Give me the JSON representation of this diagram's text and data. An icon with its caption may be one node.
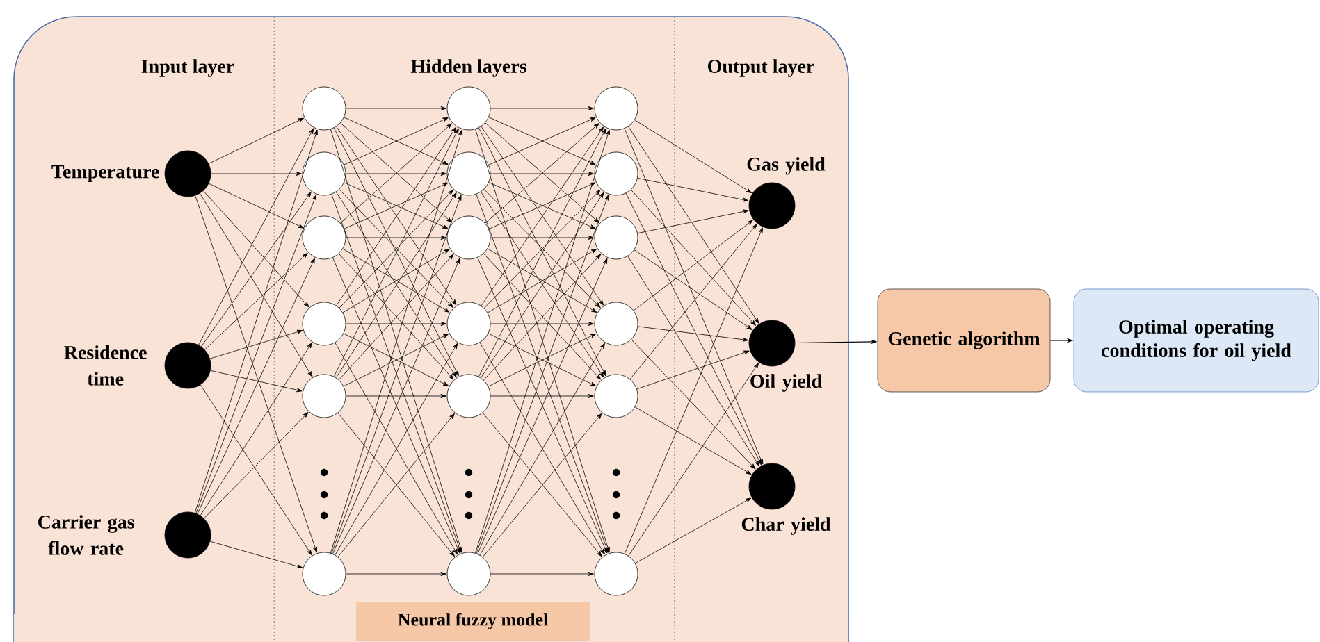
{
  "diagram": {
    "nodes": [
      {
        "text": [
          "Neural fuzzy model"
        ]
      },
      {
        "text": [],
        "shape": "circle",
        "beside": [
          "Temperature"
        ],
        "in": 0
      },
      {
        "text": [],
        "shape": "circle",
        "beside": [
          "Residence time"
        ],
        "in": 0
      },
      {
        "text": [],
        "shape": "circle",
        "beside": [
          "Carrier gas flow rate"
        ],
        "in": 0
      },
      {
        "text": [],
        "shape": "circle",
        "in": 0
      },
      {
        "text": [],
        "shape": "circle",
        "in": 0
      },
      {
        "text": [],
        "shape": "circle",
        "in": 0
      },
      {
        "text": [],
        "shape": "circle",
        "in": 0
      },
      {
        "text": [],
        "shape": "circle",
        "in": 0
      },
      {
        "text": [],
        "shape": "circle",
        "in": 0
      },
      {
        "text": [],
        "shape": "circle",
        "in": 0
      },
      {
        "text": [],
        "shape": "circle",
        "in": 0
      },
      {
        "text": [],
        "shape": "circle",
        "in": 0
      },
      {
        "text": [],
        "shape": "circle",
        "in": 0
      },
      {
        "text": [],
        "shape": "circle",
        "in": 0
      },
      {
        "text": [],
        "shape": "circle",
        "in": 0
      },
      {
        "text": [],
        "shape": "circle",
        "in": 0
      },
      {
        "text": [],
        "shape": "circle",
        "in": 0
      },
      {
        "text": [],
        "shape": "circle",
        "in": 0
      },
      {
        "text": [],
        "shape": "circle",
        "in": 0
      },
      {
        "text": [],
        "shape": "circle",
        "in": 0
      },
      {
        "text": [],
        "shape": "circle",
        "in": 0
      },
      {
        "text": [],
        "shape": "circle",
        "beside": [
          "Gas yield"
        ],
        "in": 0
      },
      {
        "text": [],
        "shape": "circle",
        "beside": [
          "Oil yield"
        ],
        "in": 0
      },
      {
        "text": [],
        "shape": "circle",
        "beside": [
          "Char yield"
        ],
        "in": 0
      },
      {
        "text": [
          "Genetic algorithm"
        ]
      },
      {
        "text": [
          "Optimal operating conditions for oil yield"
        ]
      }
    ],
    "edges": [
      {
        "from": 1,
        "to": 4,
        "arrow": "to"
      },
      {
        "from": 1,
        "to": 5,
        "arrow": "to"
      },
      {
        "from": 1,
        "to": 6,
        "arrow": "to"
      },
      {
        "from": 1,
        "to": 7,
        "arrow": "to"
      },
      {
        "from": 1,
        "to": 8,
        "arrow": "to"
      },
      {
        "from": 1,
        "to": 9,
        "arrow": "to"
      },
      {
        "from": 2,
        "to": 4,
        "arrow": "to"
      },
      {
        "from": 2,
        "to": 5,
        "arrow": "to"
      },
      {
        "from": 2,
        "to": 6,
        "arrow": "to"
      },
      {
        "from": 2,
        "to": 7,
        "arrow": "to"
      },
      {
        "from": 2,
        "to": 8,
        "arrow": "to"
      },
      {
        "from": 2,
        "to": 9,
        "arrow": "to"
      },
      {
        "from": 3,
        "to": 4,
        "arrow": "to"
      },
      {
        "from": 3,
        "to": 5,
        "arrow": "to"
      },
      {
        "from": 3,
        "to": 6,
        "arrow": "to"
      },
      {
        "from": 3,
        "to": 7,
        "arrow": "to"
      },
      {
        "from": 3,
        "to": 8,
        "arrow": "to"
      },
      {
        "from": 3,
        "to": 9,
        "arrow": "to"
      },
      {
        "from": 4,
        "to": 10,
        "arrow": "to"
      },
      {
        "from": 4,
        "to": 11,
        "arrow": "to"
      },
      {
        "from": 4,
        "to": 12,
        "arrow": "to"
      },
      {
        "from": 4,
        "to": 13,
        "arrow": "to"
      },
      {
        "from": 4,
        "to": 14,
        "arrow": "to"
      },
      {
        "from": 4,
        "to": 15,
        "arrow": "to"
      },
      {
        "from": 5,
        "to": 10,
        "arrow": "to"
      },
      {
        "from": 5,
        "to": 11,
        "arrow": "to"
      },
      {
        "from": 5,
        "to": 12,
        "arrow": "to"
      },
      {
        "from": 5,
        "to": 13,
        "arrow": "to"
      },
      {
        "from": 5,
        "to": 14,
        "arrow": "to"
      },
      {
        "from": 5,
        "to": 15,
        "arrow": "to"
      },
      {
        "from": 6,
        "to": 10,
        "arrow": "to"
      },
      {
        "from": 6,
        "to": 11,
        "arrow": "to"
      },
      {
        "from": 6,
        "to": 12,
        "arrow": "to"
      },
      {
        "from": 6,
        "to": 13,
        "arrow": "to"
      },
      {
        "from": 6,
        "to": 14,
        "arrow": "to"
      },
      {
        "from": 6,
        "to": 15,
        "arrow": "to"
      },
      {
        "from": 7,
        "to": 10,
        "arrow": "to"
      },
      {
        "from": 7,
        "to": 11,
        "arrow": "to"
      },
      {
        "from": 7,
        "to": 12,
        "arrow": "to"
      },
      {
        "from": 7,
        "to": 13,
        "arrow": "to"
      },
      {
        "from": 7,
        "to": 14,
        "arrow": "to"
      },
      {
        "from": 7,
        "to": 15,
        "arrow": "to"
      },
      {
        "from": 8,
        "to": 10,
        "arrow": "to"
      },
      {
        "from": 8,
        "to": 11,
        "arrow": "to"
      },
      {
        "from": 8,
        "to": 12,
        "arrow": "to"
      },
      {
        "from": 8,
        "to": 13,
        "arrow": "to"
      },
      {
        "from": 8,
        "to": 14,
        "arrow": "to"
      },
      {
        "from": 8,
        "to": 15,
        "arrow": "to"
      },
      {
        "from": 9,
        "to": 10,
        "arrow": "to"
      },
      {
        "from": 9,
        "to": 11,
        "arrow": "to"
      },
      {
        "from": 9,
        "to": 12,
        "arrow": "to"
      },
      {
        "from": 9,
        "to": 13,
        "arrow": "to"
      },
      {
        "from": 9,
        "to": 14,
        "arrow": "to"
      },
      {
        "from": 9,
        "to": 15,
        "arrow": "to"
      },
      {
        "from": 10,
        "to": 16,
        "arrow": "to"
      },
      {
        "from": 10,
        "to": 17,
        "arrow": "to"
      },
      {
        "from": 10,
        "to": 18,
        "arrow": "to"
      },
      {
        "from": 10,
        "to": 19,
        "arrow": "to"
      },
      {
        "from": 10,
        "to": 20,
        "arrow": "to"
      },
      {
        "from": 10,
        "to": 21,
        "arrow": "to"
      },
      {
        "from": 11,
        "to": 16,
        "arrow": "to"
      },
      {
        "from": 11,
        "to": 17,
        "arrow": "to"
      },
      {
        "from": 11,
        "to": 18,
        "arrow": "to"
      },
      {
        "from": 11,
        "to": 19,
        "arrow": "to"
      },
      {
        "from": 11,
        "to": 20,
        "arrow": "to"
      },
      {
        "from": 11,
        "to": 21,
        "arrow": "to"
      },
      {
        "from": 12,
        "to": 16,
        "arrow": "to"
      },
      {
        "from": 12,
        "to": 17,
        "arrow": "to"
      },
      {
        "from": 12,
        "to": 18,
        "arrow": "to"
      },
      {
        "from": 12,
        "to": 19,
        "arrow": "to"
      },
      {
        "from": 12,
        "to": 20,
        "arrow": "to"
      },
      {
        "from": 12,
        "to": 21,
        "arrow": "to"
      },
      {
        "from": 13,
        "to": 16,
        "arrow": "to"
      },
      {
        "from": 13,
        "to": 17,
        "arrow": "to"
      },
      {
        "from": 13,
        "to": 18,
        "arrow": "to"
      },
      {
        "from": 13,
        "to": 19,
        "arrow": "to"
      },
      {
        "from": 13,
        "to": 20,
        "arrow": "to"
      },
      {
        "from": 13,
        "to": 21,
        "arrow": "to"
      },
      {
        "from": 14,
        "to": 16,
        "arrow": "to"
      },
      {
        "from": 14,
        "to": 17,
        "arrow": "to"
      },
      {
        "from": 14,
        "to": 18,
        "arrow": "to"
      },
      {
        "from": 14,
        "to": 19,
        "arrow": "to"
      },
      {
        "from": 14,
        "to": 20,
        "arrow": "to"
      },
      {
        "from": 14,
        "to": 21,
        "arrow": "to"
      },
      {
        "from": 15,
        "to": 16,
        "arrow": "to"
      },
      {
        "from": 15,
        "to": 17,
        "arrow": "to"
      },
      {
        "from": 15,
        "to": 18,
        "arrow": "to"
      },
      {
        "from": 15,
        "to": 19,
        "arrow": "to"
      },
      {
        "from": 15,
        "to": 20,
        "arrow": "to"
      },
      {
        "from": 15,
        "to": 21,
        "arrow": "to"
      },
      {
        "from": 16,
        "to": 22,
        "arrow": "to"
      },
      {
        "from": 16,
        "to": 23,
        "arrow": "to"
      },
      {
        "from": 16,
        "to": 24,
        "arrow": "to"
      },
      {
        "from": 17,
        "to": 22,
        "arrow": "to"
      },
      {
        "from": 17,
        "to": 23,
        "arrow": "to"
      },
      {
        "from": 17,
        "to": 24,
        "arrow": "to"
      },
      {
        "from": 18,
        "to": 22,
        "arrow": "to"
      },
      {
        "from": 18,
        "to": 23,
        "arrow": "to"
      },
      {
        "from": 18,
        "to": 24,
        "arrow": "to"
      },
      {
        "from": 19,
        "to": 22,
        "arrow": "to"
      },
      {
        "from": 19,
        "to": 23,
        "arrow": "to"
      },
      {
        "from": 19,
        "to": 24,
        "arrow": "to"
      },
      {
        "from": 20,
        "to": 22,
        "arrow": "to"
      },
      {
        "from": 20,
        "to": 23,
        "arrow": "to"
      },
      {
        "from": 20,
        "to": 24,
        "arrow": "to"
      },
      {
        "from": 21,
        "to": 22,
        "arrow": "to"
      },
      {
        "from": 21,
        "to": 23,
        "arrow": "to"
      },
      {
        "from": 21,
        "to": 24,
        "arrow": "to"
      },
      {
        "from": 23,
        "to": 25,
        "arrow": "to"
      },
      {
        "from": 25,
        "to": 26,
        "arrow": "to"
      }
    ],
    "labels": [
      "Input layer",
      "Hidden layers",
      "Output layer"
    ]
  }
}
